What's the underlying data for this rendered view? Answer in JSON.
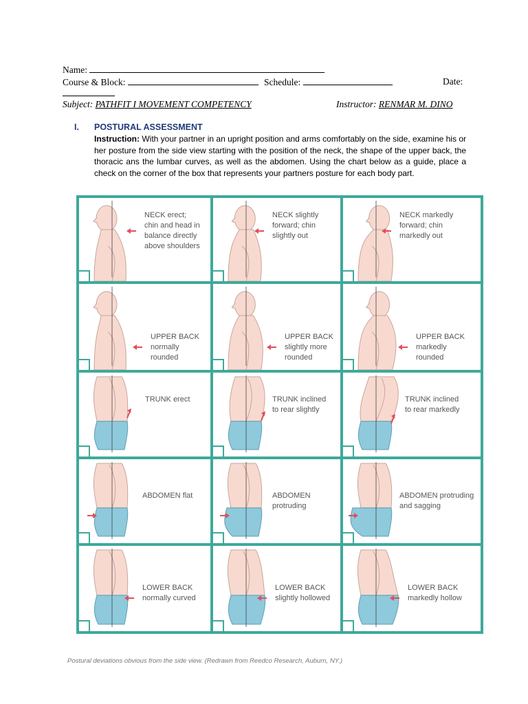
{
  "header": {
    "name_label": "Name:",
    "course_label": "Course & Block:",
    "schedule_label": "Schedule:",
    "date_label": "Date:",
    "subject_label": "Subject:",
    "subject_value": "PATHFIT I MOVEMENT COMPETENCY",
    "instructor_label": "Instructor:",
    "instructor_value": "RENMAR M. DINO"
  },
  "section": {
    "number": "I.",
    "title": "POSTURAL ASSESSMENT",
    "instruction_label": "Instruction:",
    "instruction_text": "With your partner in an upright position and arms comfortably on the side, examine his or her posture from the side view starting with the position of the neck, the shape of the upper back, the thoracic ans the lumbar curves, as well as the abdomen. Using the chart below as a guide, place a check on the corner of the box that represents your partners posture for each body part."
  },
  "chart": {
    "rows": [
      {
        "part": "neck",
        "cells": [
          {
            "lines": [
              "NECK erect;",
              "chin and head in",
              "balance directly",
              "above shoulders"
            ],
            "level": 0
          },
          {
            "lines": [
              "NECK slightly",
              "forward; chin",
              "slightly out"
            ],
            "level": 1
          },
          {
            "lines": [
              "NECK markedly",
              "forward; chin",
              "markedly out"
            ],
            "level": 2
          }
        ]
      },
      {
        "part": "upper-back",
        "cells": [
          {
            "lines": [
              "UPPER BACK",
              "normally",
              "rounded"
            ],
            "level": 0
          },
          {
            "lines": [
              "UPPER BACK",
              "slightly more",
              "rounded"
            ],
            "level": 1
          },
          {
            "lines": [
              "UPPER BACK",
              "markedly",
              "rounded"
            ],
            "level": 2
          }
        ]
      },
      {
        "part": "trunk",
        "cells": [
          {
            "lines": [
              "TRUNK erect"
            ],
            "level": 0
          },
          {
            "lines": [
              "TRUNK inclined",
              "to rear slightly"
            ],
            "level": 1
          },
          {
            "lines": [
              "TRUNK inclined",
              "to rear markedly"
            ],
            "level": 2
          }
        ]
      },
      {
        "part": "abdomen",
        "cells": [
          {
            "lines": [
              "ABDOMEN flat"
            ],
            "level": 0
          },
          {
            "lines": [
              "ABDOMEN",
              "protruding"
            ],
            "level": 1
          },
          {
            "lines": [
              "ABDOMEN protruding",
              "and sagging"
            ],
            "level": 2
          }
        ]
      },
      {
        "part": "lower-back",
        "cells": [
          {
            "lines": [
              "LOWER BACK",
              "normally curved"
            ],
            "level": 0
          },
          {
            "lines": [
              "LOWER BACK",
              "slightly hollowed"
            ],
            "level": 1
          },
          {
            "lines": [
              "LOWER BACK",
              "markedly hollow"
            ],
            "level": 2
          }
        ]
      }
    ],
    "colors": {
      "border": "#3fa99a",
      "skin": "#f7d9cf",
      "skin_line": "#c9a59a",
      "shorts": "#8ec9dc",
      "arrow": "#e0505a"
    }
  },
  "caption": "Postural deviations obvious from the side view. (Redrawn from Reedco Research, Auburn, NY.)"
}
